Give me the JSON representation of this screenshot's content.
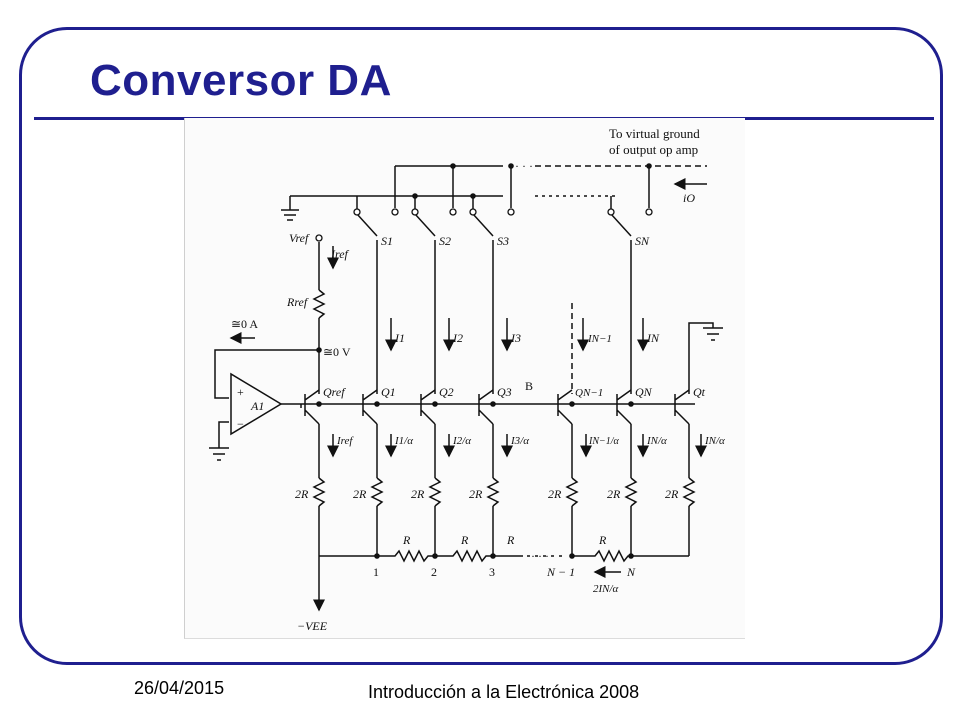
{
  "slide": {
    "title": "Conversor DA",
    "date": "26/04/2015",
    "course": "Introducción a la Electrónica 2008"
  },
  "diagram": {
    "output_note_1": "To virtual ground",
    "output_note_2": "of output op amp",
    "output_current": "iO",
    "vref": "Vref",
    "iref": "Iref",
    "rref": "Rref",
    "zero_current": "≅0 A",
    "zero_voltage": "≅0 V",
    "opamp": "A1",
    "opamp_plus": "+",
    "opamp_minus": "−",
    "node_b": "B",
    "vee": "−VEE",
    "switches": [
      "S1",
      "S2",
      "S3",
      "SN"
    ],
    "branch_currents": [
      "I1",
      "I2",
      "I3",
      "IN−1",
      "IN"
    ],
    "transistors": [
      "Qref",
      "Q1",
      "Q2",
      "Q3",
      "QN−1",
      "QN",
      "Qt"
    ],
    "emitter_currents": [
      "Iref",
      "I1/α",
      "I2/α",
      "I3/α",
      "IN−1/α",
      "IN/α",
      "IN/α"
    ],
    "emitter_resistor": "2R",
    "ladder_resistor": "R",
    "ladder_nodes": [
      "1",
      "2",
      "3",
      "N − 1",
      "N"
    ],
    "ladder_current": "2IN/α",
    "ellipsis": "· · ·"
  }
}
